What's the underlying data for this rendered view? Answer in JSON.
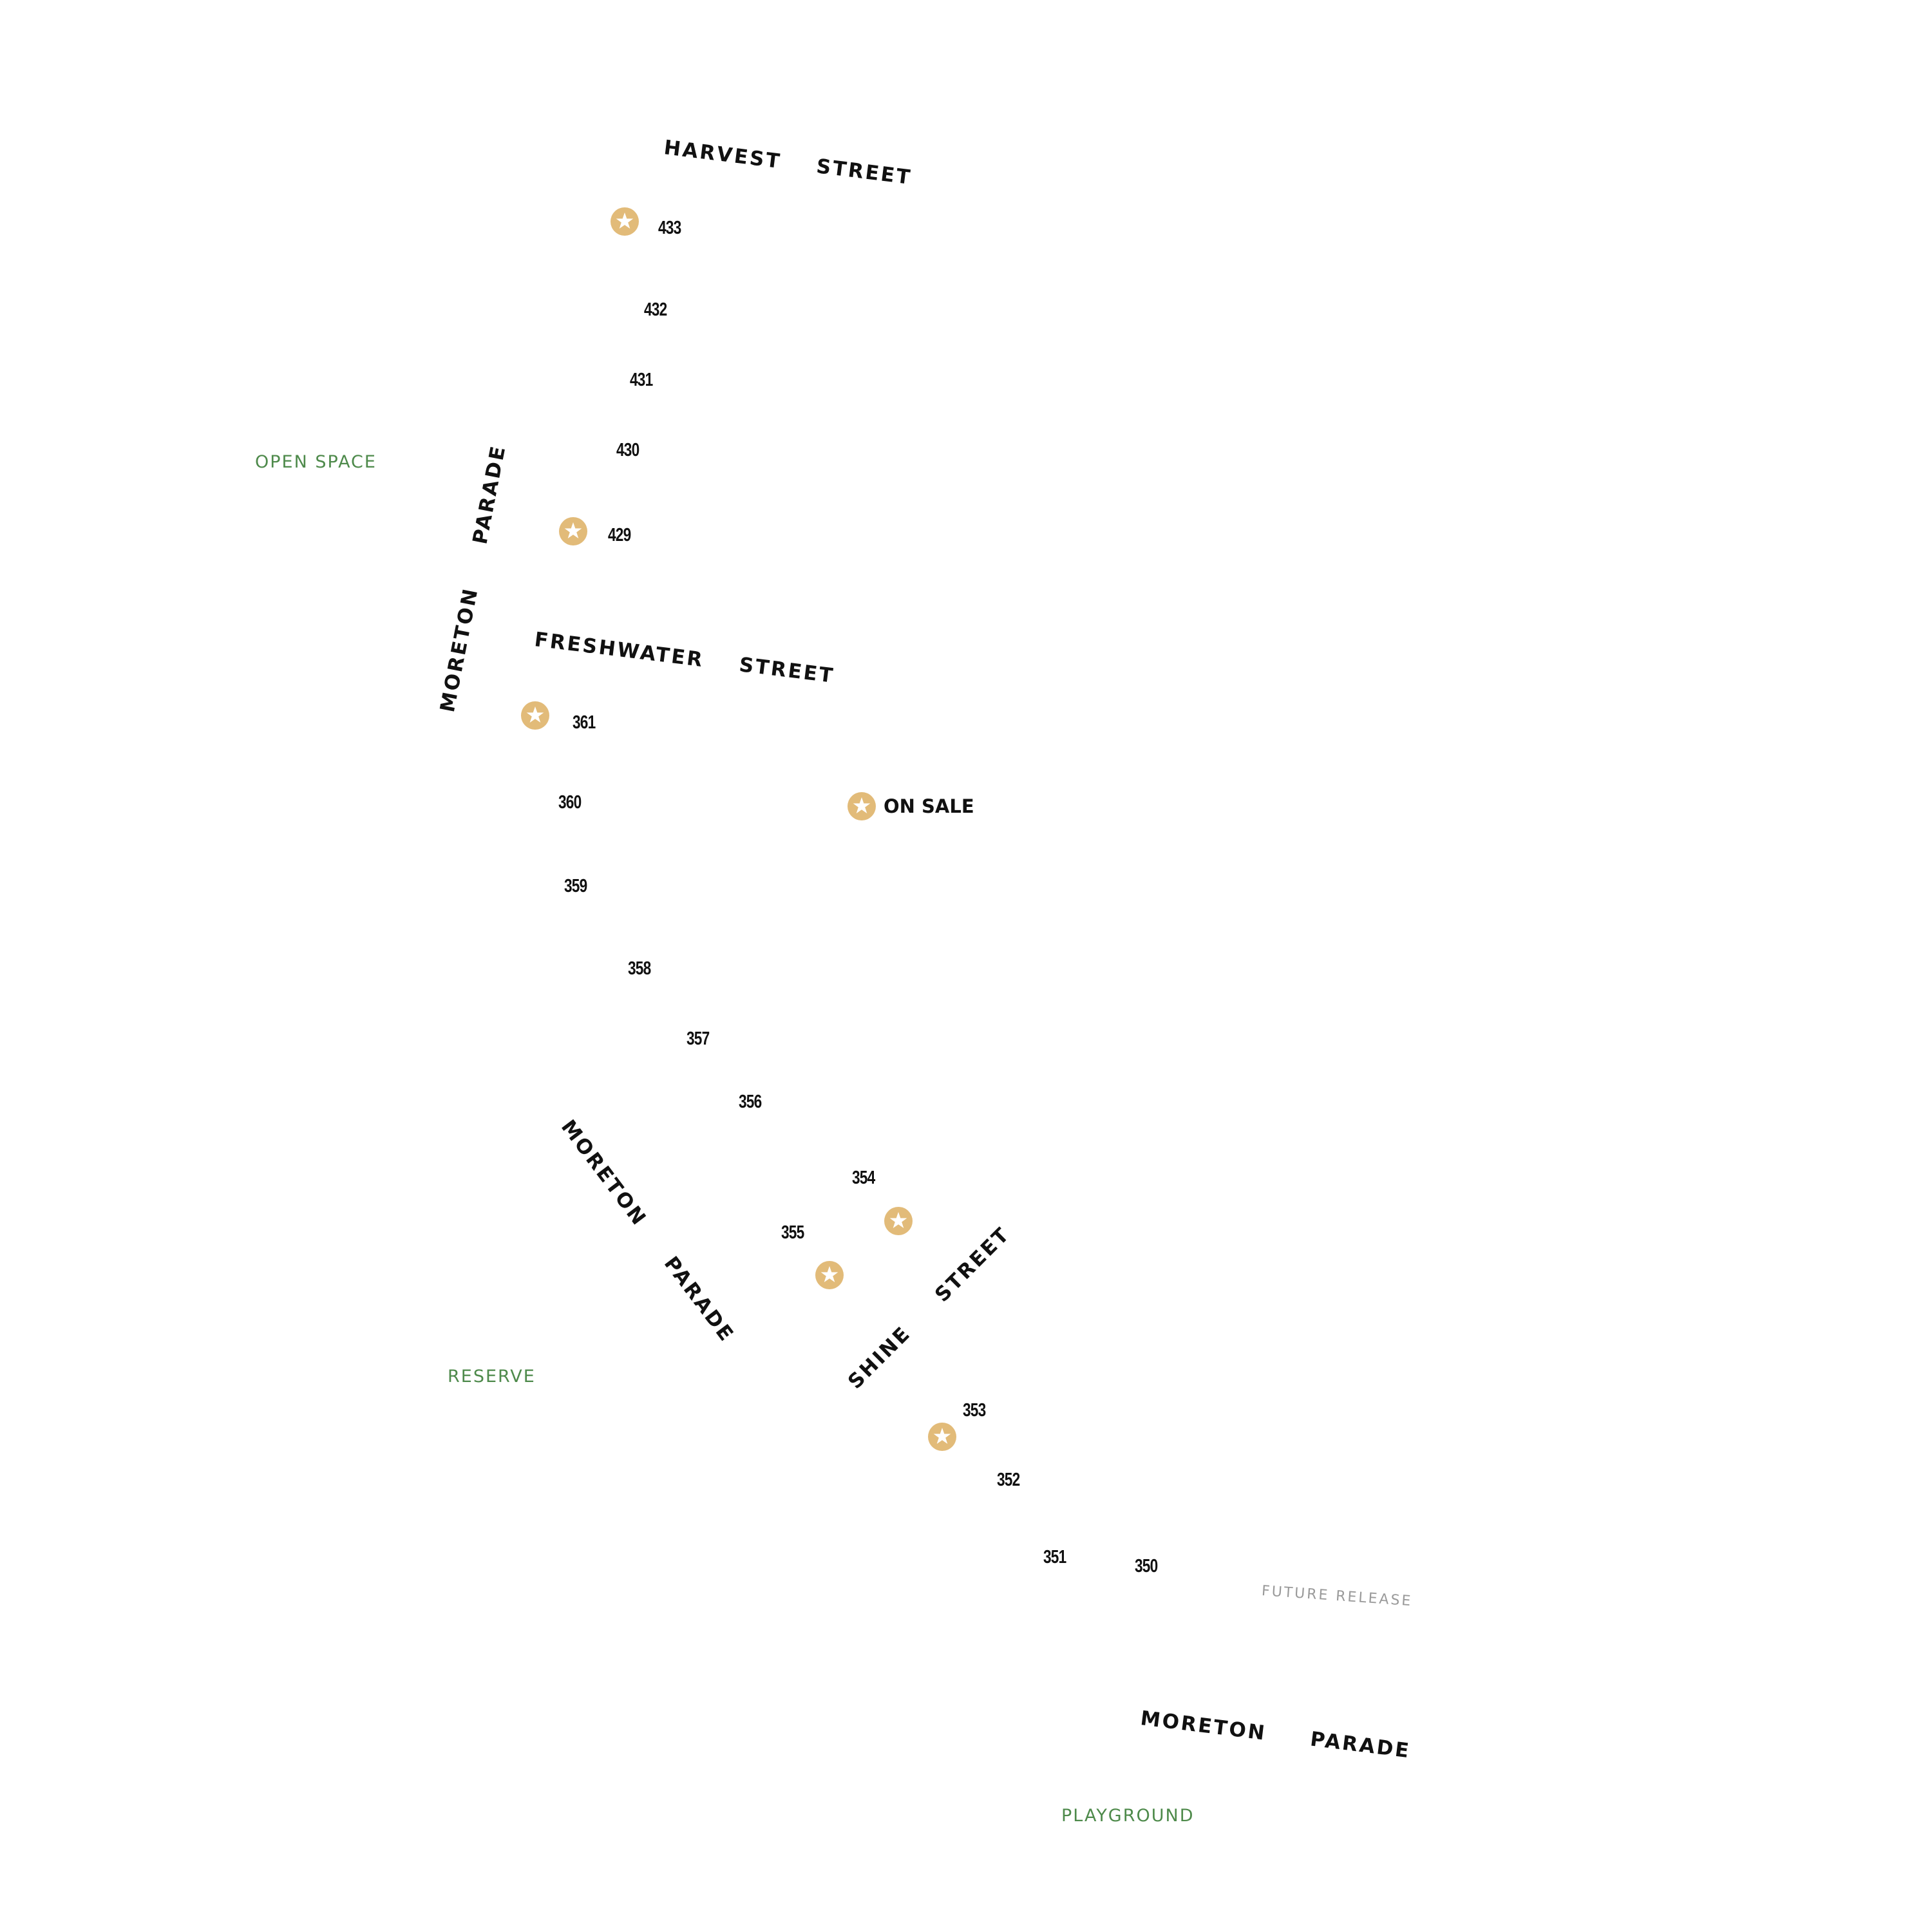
{
  "colors": {
    "marker": "#e2bb79",
    "marker_star": "#ffffff",
    "street_text": "#111111",
    "green_space_text": "#4e8a4b",
    "future_text": "#9a9a9a",
    "background": "#ffffff"
  },
  "streets": {
    "harvest_street": "HARVEST    STREET",
    "freshwater_street": "FRESHWATER    STREET",
    "moreton_parade_west": "MORETON     PARADE",
    "moreton_parade_diagonal": "MORETON     PARADE",
    "shine_street": "SHINE     STREET",
    "moreton_parade_south": "MORETON     PARADE"
  },
  "areas": {
    "open_space": "OPEN SPACE",
    "reserve": "RESERVE",
    "playground": "PLAYGROUND",
    "future_release": "FUTURE  RELEASE"
  },
  "lots": [
    {
      "number": "433",
      "on_sale": true
    },
    {
      "number": "432",
      "on_sale": false
    },
    {
      "number": "431",
      "on_sale": false
    },
    {
      "number": "430",
      "on_sale": false
    },
    {
      "number": "429",
      "on_sale": true
    },
    {
      "number": "361",
      "on_sale": true
    },
    {
      "number": "360",
      "on_sale": false
    },
    {
      "number": "359",
      "on_sale": false
    },
    {
      "number": "358",
      "on_sale": false
    },
    {
      "number": "357",
      "on_sale": false
    },
    {
      "number": "356",
      "on_sale": false
    },
    {
      "number": "354",
      "on_sale": true
    },
    {
      "number": "355",
      "on_sale": true
    },
    {
      "number": "353",
      "on_sale": true
    },
    {
      "number": "352",
      "on_sale": false
    },
    {
      "number": "351",
      "on_sale": false
    },
    {
      "number": "350",
      "on_sale": false
    }
  ],
  "legend": {
    "icon": "star-icon",
    "label": "ON SALE"
  }
}
